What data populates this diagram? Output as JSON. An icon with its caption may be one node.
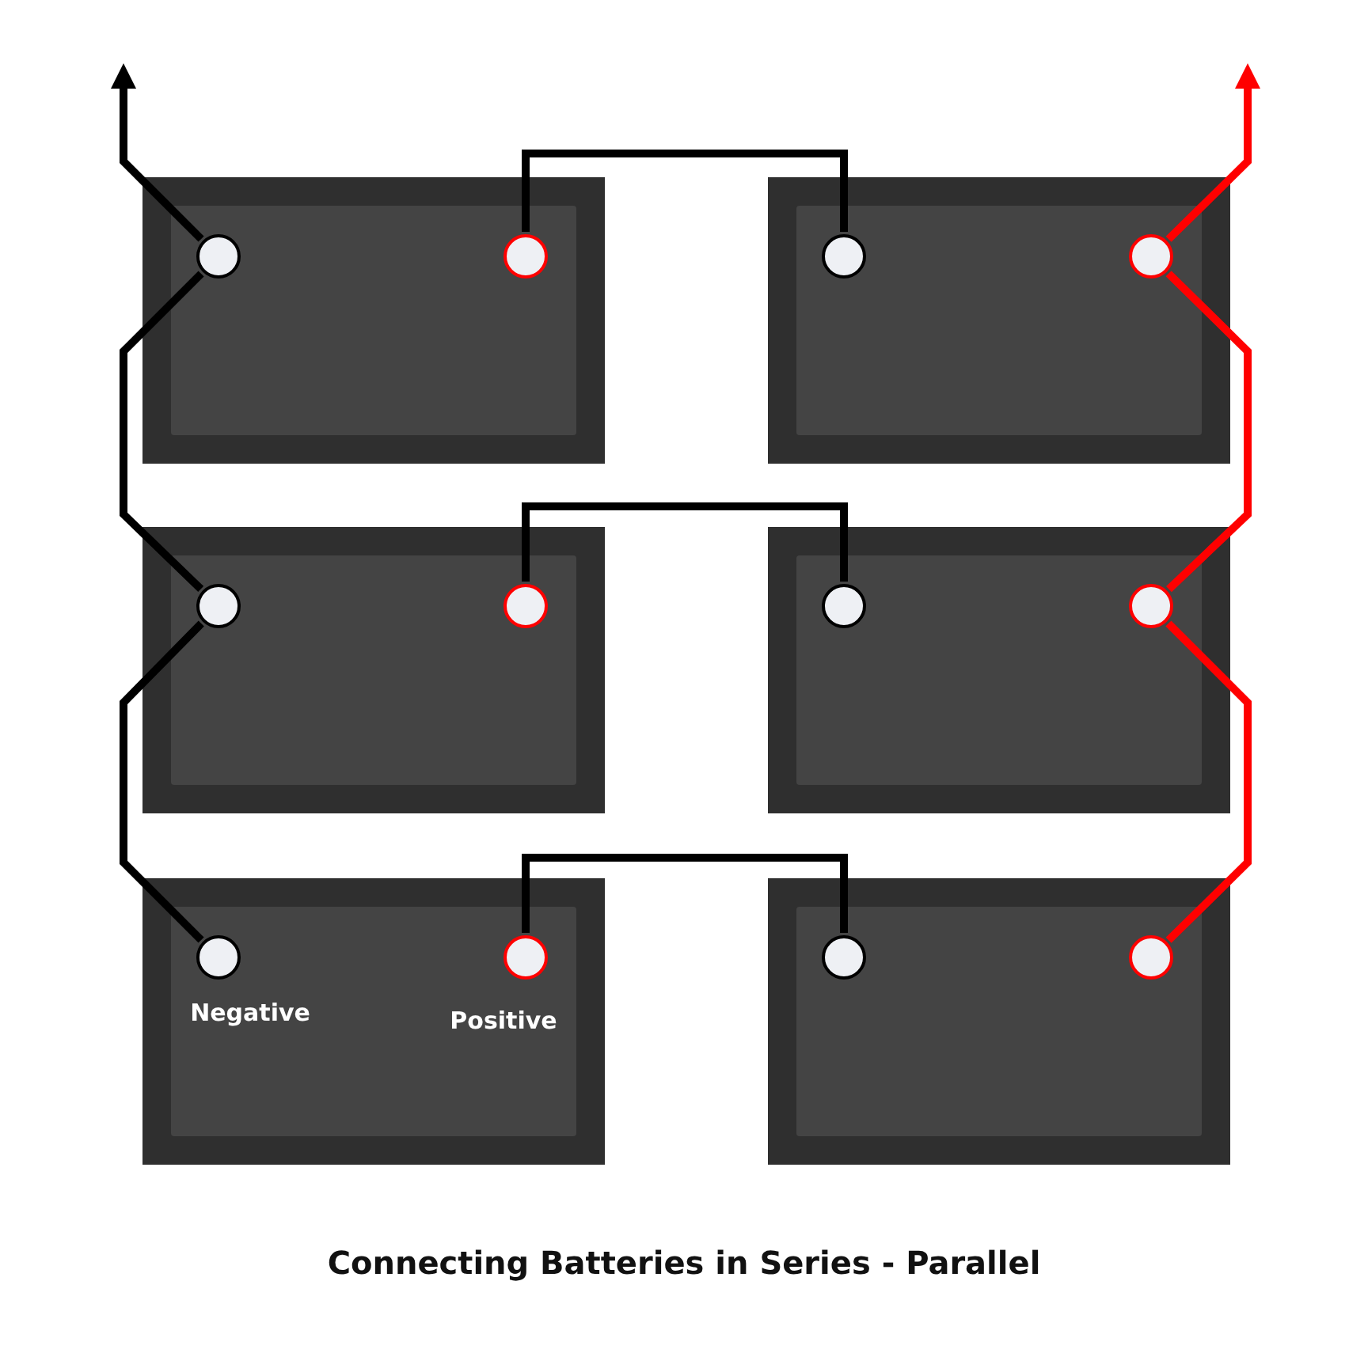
{
  "diagram": {
    "title": "Connecting Batteries in Series - Parallel",
    "nodes": [
      {
        "text": [],
        "shape": "box"
      },
      {
        "text": [],
        "shape": "circle",
        "in": 0
      },
      {
        "text": [],
        "shape": "circle",
        "in": 0
      },
      {
        "text": [],
        "shape": "box"
      },
      {
        "text": [],
        "shape": "circle",
        "in": 3
      },
      {
        "text": [],
        "shape": "circle",
        "in": 3
      },
      {
        "text": [],
        "shape": "box"
      },
      {
        "text": [],
        "shape": "circle",
        "in": 6
      },
      {
        "text": [],
        "shape": "circle",
        "in": 6
      },
      {
        "text": [],
        "shape": "box"
      },
      {
        "text": [],
        "shape": "circle",
        "in": 9
      },
      {
        "text": [],
        "shape": "circle",
        "in": 9
      },
      {
        "text": [],
        "shape": "box"
      },
      {
        "text": [],
        "shape": "circle",
        "in": 12,
        "beside": [
          "Negative"
        ]
      },
      {
        "text": [],
        "shape": "circle",
        "in": 12,
        "beside": [
          "Positive"
        ]
      },
      {
        "text": [],
        "shape": "box"
      },
      {
        "text": [],
        "shape": "circle",
        "in": 15
      },
      {
        "text": [],
        "shape": "circle",
        "in": 15
      }
    ],
    "edges": [
      {
        "from": 1,
        "to": null,
        "arrow": "to"
      },
      {
        "from": 1,
        "to": 7,
        "arrow": "none"
      },
      {
        "from": 7,
        "to": 13,
        "arrow": "none"
      },
      {
        "from": 2,
        "to": 4,
        "arrow": "none"
      },
      {
        "from": 8,
        "to": 10,
        "arrow": "none"
      },
      {
        "from": 14,
        "to": 16,
        "arrow": "none"
      },
      {
        "from": 5,
        "to": null,
        "arrow": "to",
        "color": "#ff0000"
      },
      {
        "from": 5,
        "to": 11,
        "arrow": "none",
        "color": "#ff0000"
      },
      {
        "from": 11,
        "to": 17,
        "arrow": "none",
        "color": "#ff0000"
      }
    ]
  }
}
